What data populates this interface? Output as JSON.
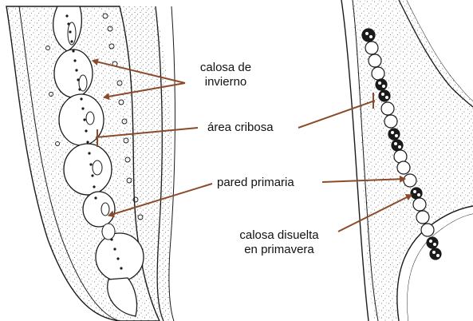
{
  "labels": {
    "calosa_invierno_line1": "calosa de",
    "calosa_invierno_line2": "invierno",
    "area_cribosa": "área cribosa",
    "pared_primaria": "pared primaria",
    "calosa_disuelta_line1": "calosa disuelta",
    "calosa_disuelta_line2": "en primavera"
  },
  "colors": {
    "arrow": "#8a4b2a",
    "ink": "#1a1a1a",
    "stipple": "#555555",
    "background": "#ffffff"
  }
}
